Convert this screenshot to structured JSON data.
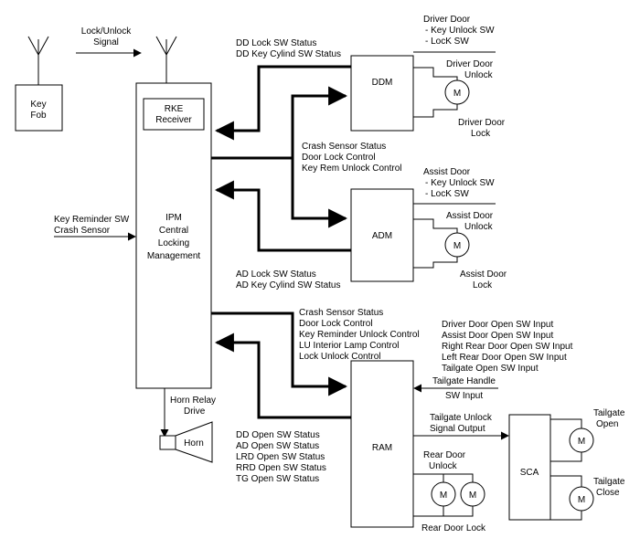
{
  "signals": {
    "lock_unlock_l1": "Lock/Unlock",
    "lock_unlock_l2": "Signal",
    "dd_status_l1": "DD Lock SW Status",
    "dd_status_l2": "DD Key Cylind SW Status",
    "crash_ctrl_l1": "Crash Sensor Status",
    "crash_ctrl_l2": "Door Lock Control",
    "crash_ctrl_l3": "Key Rem Unlock Control",
    "ad_status_l1": "AD Lock SW Status",
    "ad_status_l2": "AD Key Cylind SW Status",
    "ram_ctrl_l1": "Crash Sensor Status",
    "ram_ctrl_l2": "Door Lock Control",
    "ram_ctrl_l3": "Key Reminder Unlock Control",
    "ram_ctrl_l4": "LU Interior Lamp Control",
    "ram_ctrl_l5": "Lock Unlock Control",
    "ram_status_l1": "DD Open SW Status",
    "ram_status_l2": "AD Open SW Status",
    "ram_status_l3": "LRD Open SW Status",
    "ram_status_l4": "RRD Open SW Status",
    "ram_status_l5": "TG Open SW Status",
    "key_reminder_l1": "Key Reminder SW",
    "key_reminder_l2": "Crash Sensor",
    "horn_relay_l1": "Horn Relay",
    "horn_relay_l2": "Drive",
    "tailgate_handle_l1": "Tailgate Handle",
    "tailgate_handle_l2": "SW Input",
    "tailgate_unlock_l1": "Tailgate Unlock",
    "tailgate_unlock_l2": "Signal Output"
  },
  "blocks": {
    "key_fob_l1": "Key",
    "key_fob_l2": "Fob",
    "rke_l1": "RKE",
    "rke_l2": "Receiver",
    "ipm_l1": "IPM",
    "ipm_l2": "Central",
    "ipm_l3": "Locking",
    "ipm_l4": "Management",
    "ddm": "DDM",
    "adm": "ADM",
    "ram": "RAM",
    "sca": "SCA",
    "horn": "Horn"
  },
  "driver_door": {
    "title": "Driver Door",
    "item1": "- Key Unlock SW",
    "item2": "- LocK SW",
    "unlock_l1": "Driver Door",
    "unlock_l2": "Unlock",
    "lock_l1": "Driver Door",
    "lock_l2": "Lock",
    "motor": "M"
  },
  "assist_door": {
    "title": "Assist Door",
    "item1": "- Key Unlock SW",
    "item2": "- LocK SW",
    "unlock_l1": "Assist Door",
    "unlock_l2": "Unlock",
    "lock_l1": "Assist Door",
    "lock_l2": "Lock",
    "motor": "M"
  },
  "rear": {
    "inputs_l1": "Driver Door Open SW Input",
    "inputs_l2": "Assist Door Open SW Input",
    "inputs_l3": "Right Rear Door Open SW Input",
    "inputs_l4": "Left Rear Door Open SW Input",
    "inputs_l5": "Tailgate Open SW Input",
    "unlock_l1": "Rear Door",
    "unlock_l2": "Unlock",
    "lock": "Rear Door Lock",
    "motor_left": "M",
    "motor_right": "M"
  },
  "tailgate": {
    "open_l1": "Tailgate",
    "open_l2": "Open",
    "close_l1": "Tailgate",
    "close_l2": "Close",
    "motor_open": "M",
    "motor_close": "M"
  }
}
